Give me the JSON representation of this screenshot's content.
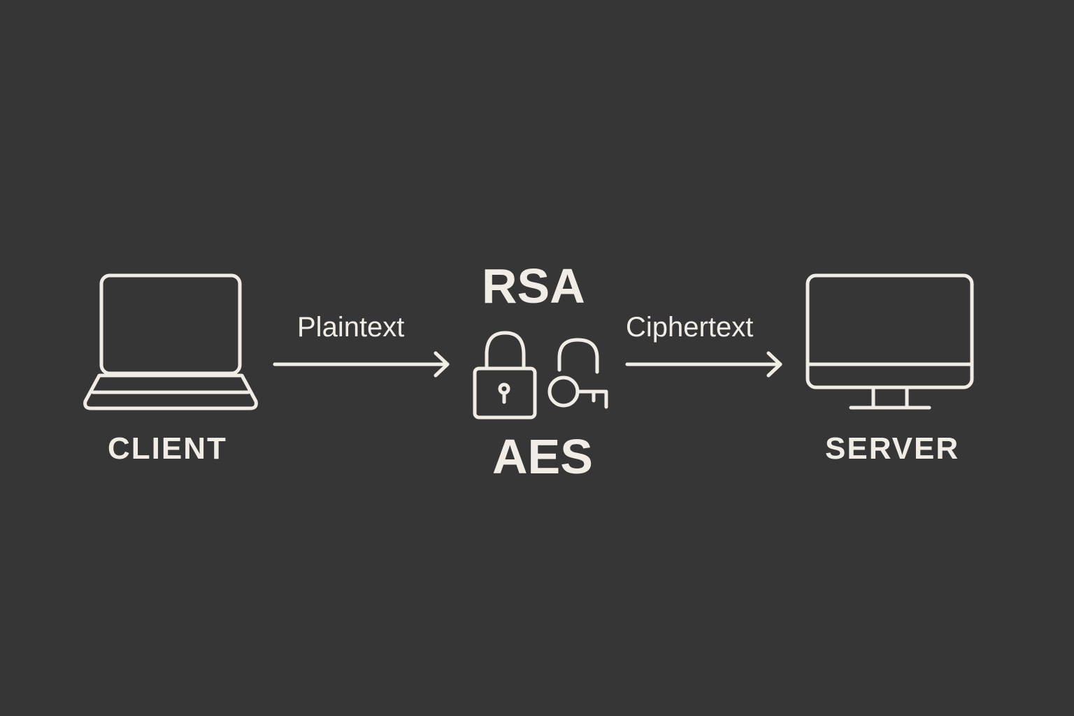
{
  "diagram": {
    "nodes": [
      {
        "id": "client",
        "label": "CLIENT",
        "icon": "laptop-icon"
      },
      {
        "id": "encryption",
        "label_top": "RSA",
        "label_bottom": "AES",
        "icons": [
          "padlock-icon",
          "key-icon"
        ]
      },
      {
        "id": "server",
        "label": "SERVER",
        "icon": "monitor-icon"
      }
    ],
    "edges": [
      {
        "from": "client",
        "to": "encryption",
        "label": "Plaintext"
      },
      {
        "from": "encryption",
        "to": "server",
        "label": "Ciphertext"
      }
    ]
  },
  "colors": {
    "background": "#363636",
    "foreground": "#f1ede6"
  }
}
